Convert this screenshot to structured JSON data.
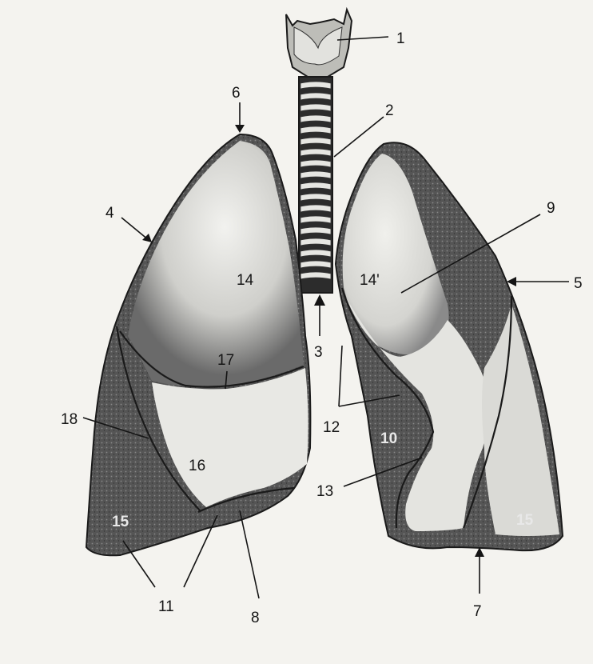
{
  "labels": {
    "l1": "1",
    "l2": "2",
    "l3": "3",
    "l4": "4",
    "l5": "5",
    "l6": "6",
    "l7": "7",
    "l8": "8",
    "l9": "9",
    "l10": "10",
    "l11": "11",
    "l12": "12",
    "l13": "13",
    "l14_right": "14",
    "l14_left": "14'",
    "l15_right": "15",
    "l15_left": "15",
    "l16": "16",
    "l17": "17",
    "l18": "18"
  },
  "colors": {
    "paper": "#f4f3ef",
    "ink": "#151515",
    "lung_dark": "#4a4a4a",
    "lung_mid": "#8c8c8c",
    "lung_light": "#e9e9e6"
  }
}
